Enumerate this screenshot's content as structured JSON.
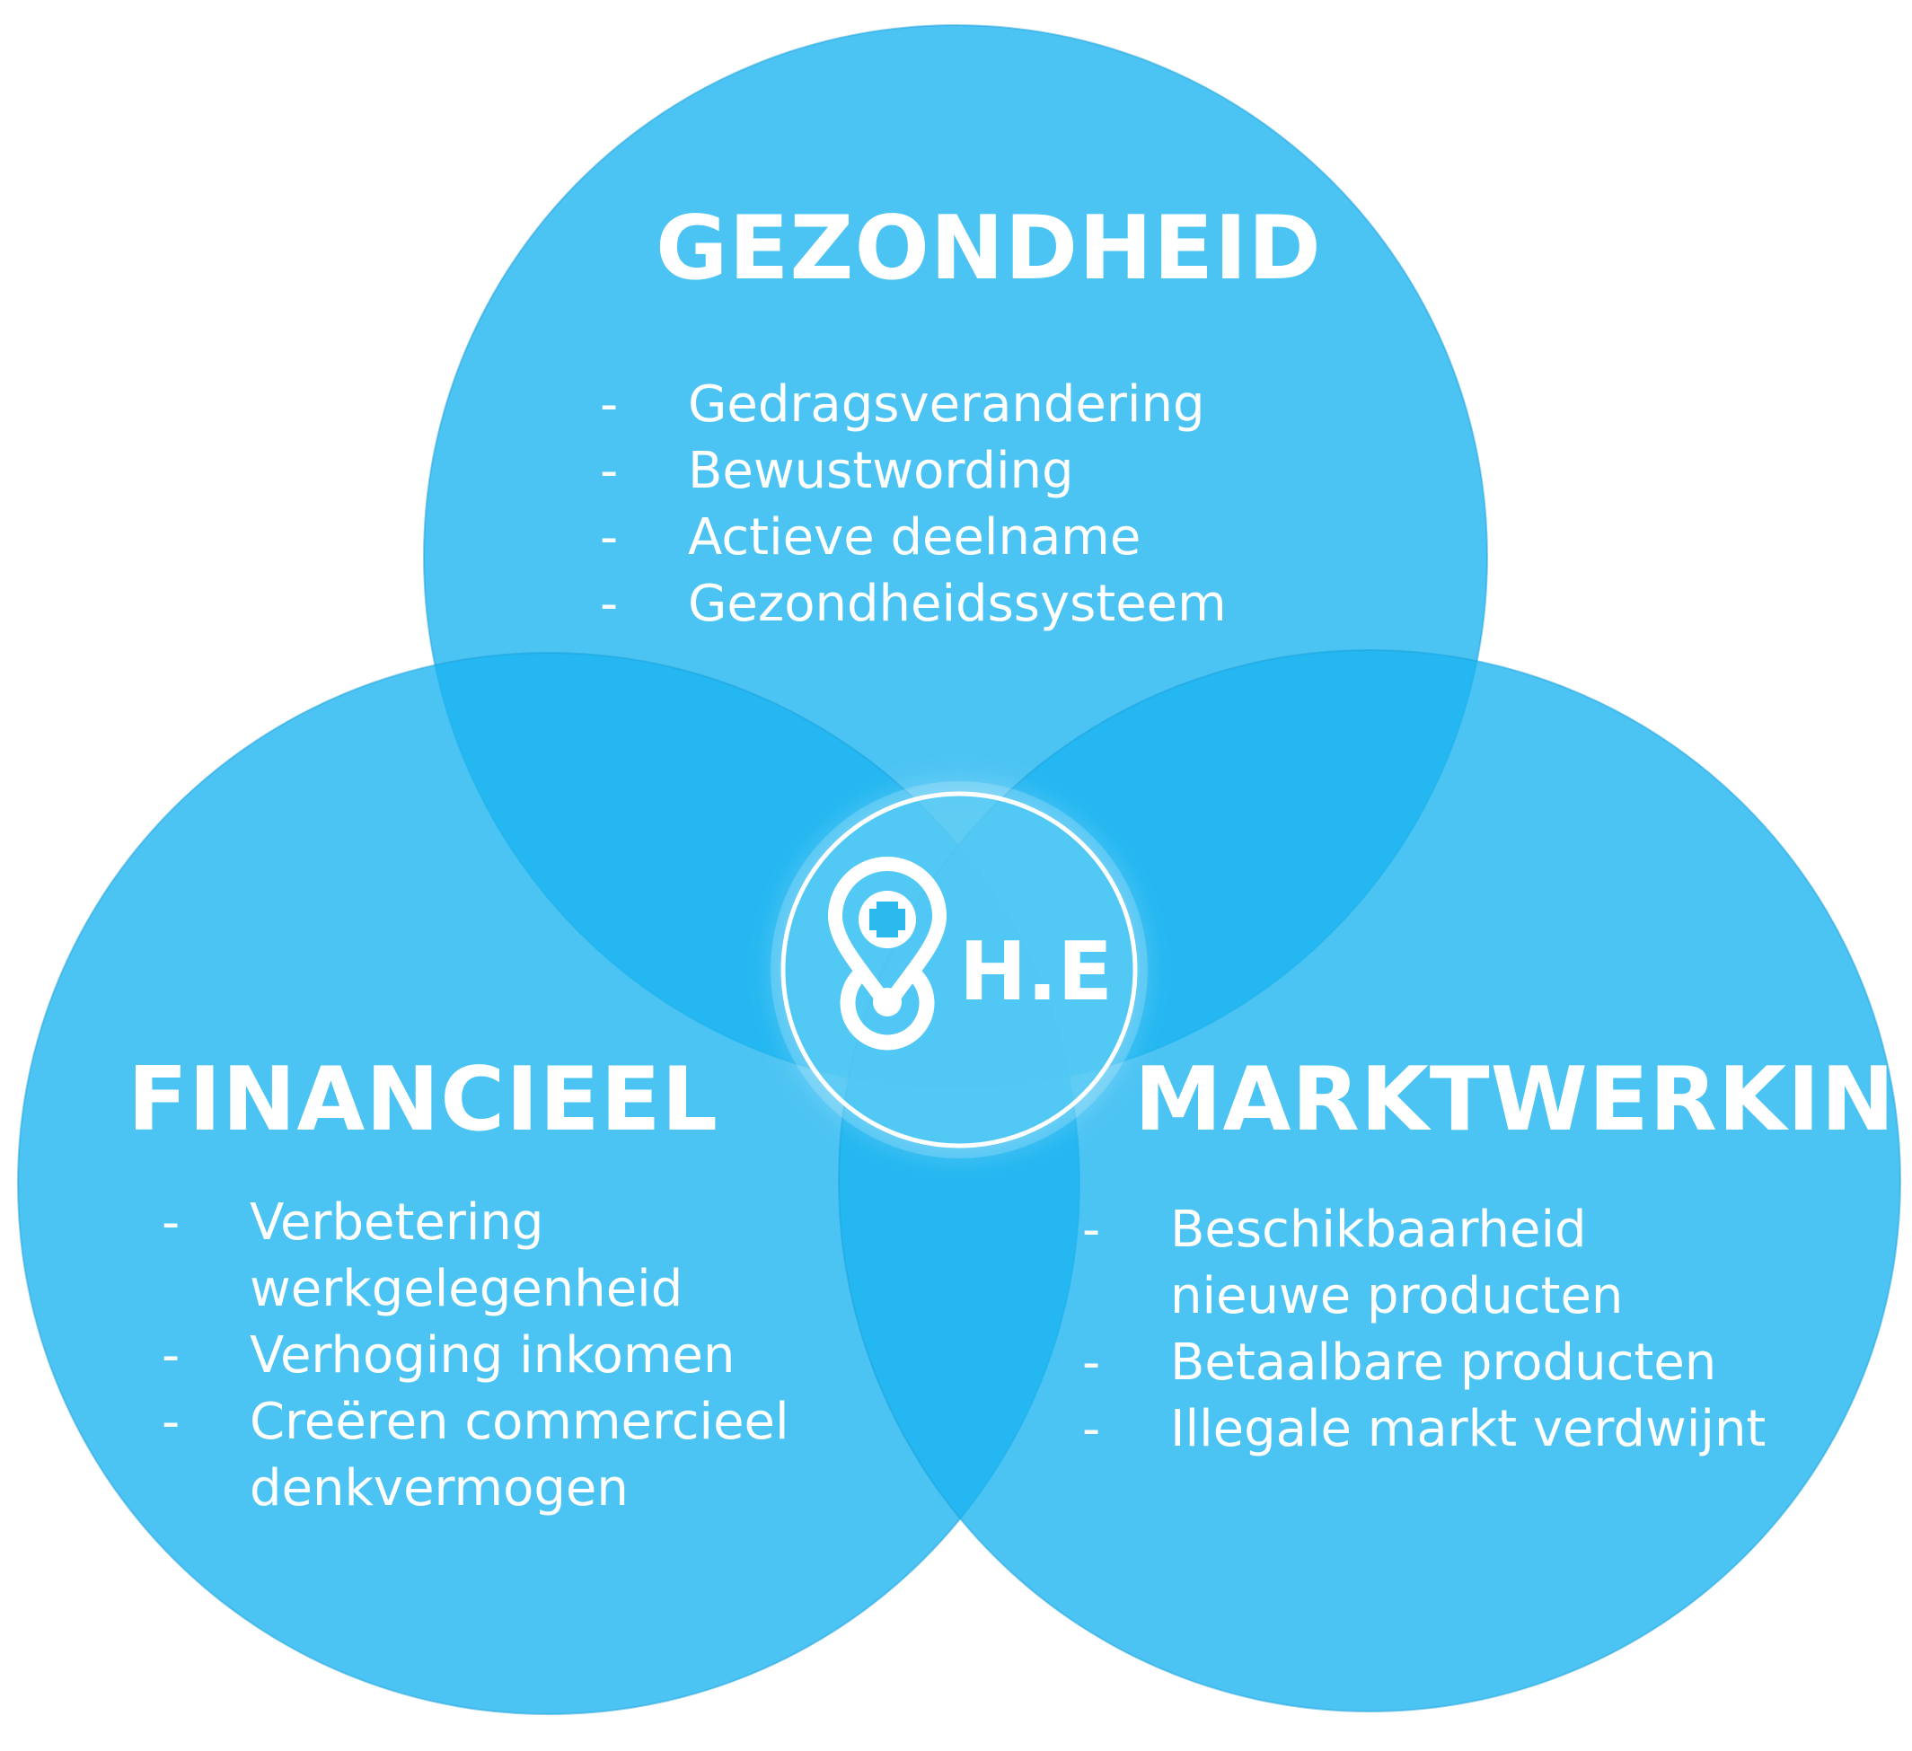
{
  "colors": {
    "circle_fill": "#1ab4ef",
    "circle_stroke": "#1a9fdc",
    "text": "#ffffff",
    "center_ring": "#ffffff"
  },
  "circles": {
    "gezondheid": {
      "title": "GEZONDHEID",
      "items": [
        {
          "lines": [
            "Gedragsverandering"
          ]
        },
        {
          "lines": [
            "Bewustwording"
          ]
        },
        {
          "lines": [
            "Actieve deelname"
          ]
        },
        {
          "lines": [
            "Gezondheidssysteem"
          ]
        }
      ]
    },
    "financieel": {
      "title": "FINANCIEEL",
      "items": [
        {
          "lines": [
            "Verbetering",
            "werkgelegenheid"
          ]
        },
        {
          "lines": [
            "Verhoging inkomen"
          ]
        },
        {
          "lines": [
            "Creëren commercieel",
            "denkvermogen"
          ]
        }
      ]
    },
    "marktwerking": {
      "title": "MARKTWERKING",
      "items": [
        {
          "lines": [
            "Beschikbaarheid",
            "nieuwe producten"
          ]
        },
        {
          "lines": [
            "Betaalbare producten"
          ]
        },
        {
          "lines": [
            "Illegale markt verdwijnt"
          ]
        }
      ]
    }
  },
  "bullet_marker": "-",
  "center": {
    "logo_text": "H.E",
    "icon": "location-pin-plus-icon"
  }
}
